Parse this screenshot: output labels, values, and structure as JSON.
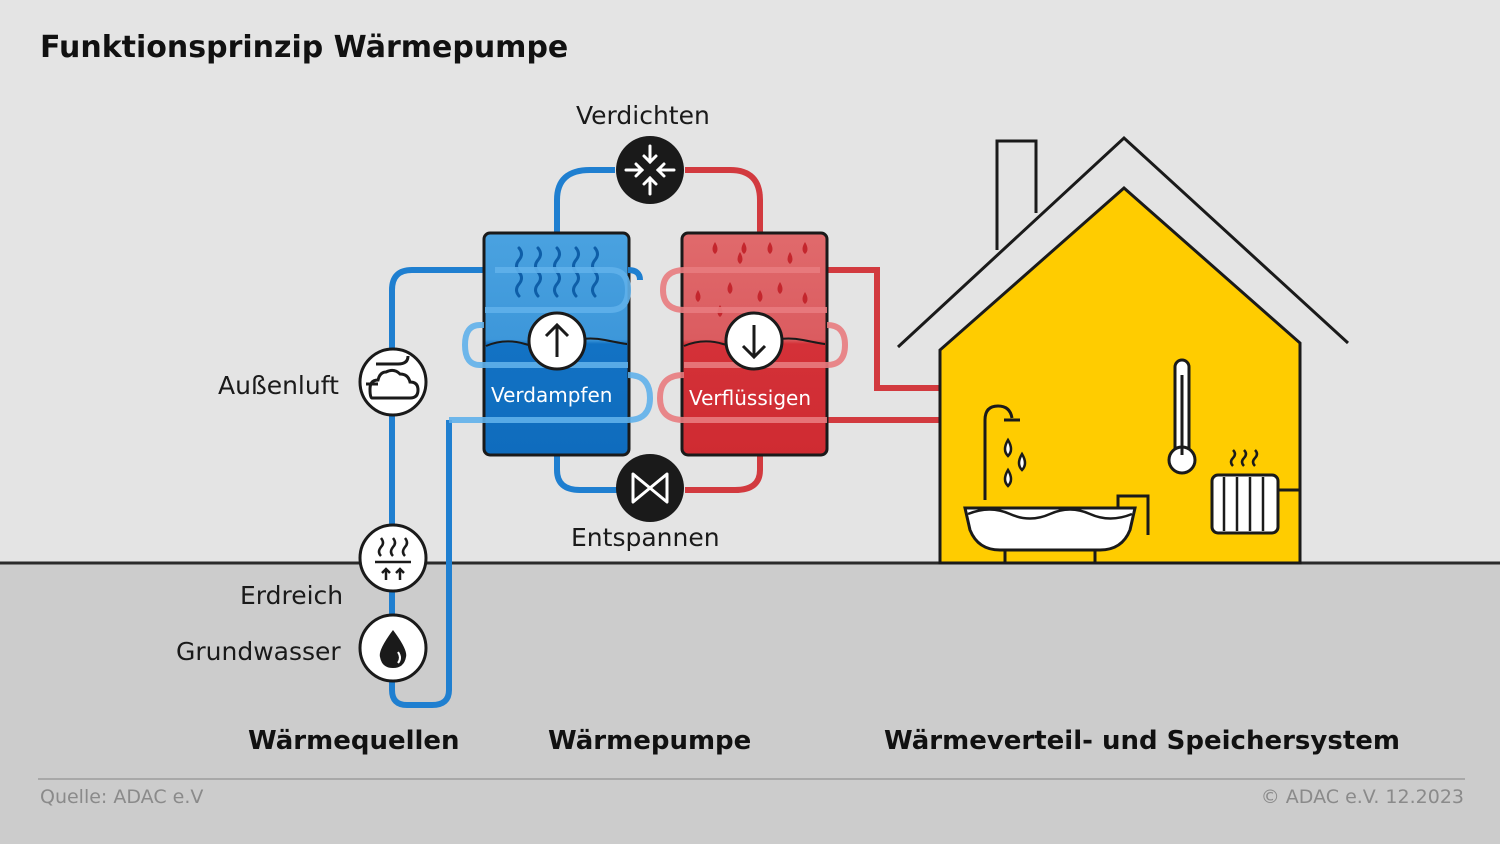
{
  "title": "Funktionsprinzip Wärmepumpe",
  "steps": {
    "compress": "Verdichten",
    "expand": "Entspannen",
    "evaporate": "Verdampfen",
    "condense": "Verflüssigen"
  },
  "sources": {
    "air": "Außenluft",
    "soil": "Erdreich",
    "groundwater": "Grundwasser"
  },
  "sections": {
    "sources": "Wärmequellen",
    "pump": "Wärmepumpe",
    "distribution": "Wärmeverteil- und Speichersystem"
  },
  "footer": {
    "source": "Quelle: ADAC e.V",
    "copyright": "© ADAC e.V. 12.2023"
  },
  "colors": {
    "background": "#e4e4e4",
    "ground": "#cccccc",
    "cold": "#1f7fd0",
    "warm": "#d23a3f",
    "house": "#ffcc00"
  },
  "icons": [
    "compress-icon",
    "expansion-valve-icon",
    "arrow-up-icon",
    "arrow-down-icon",
    "cloud-wind-icon",
    "ground-heat-icon",
    "water-drop-icon",
    "shower-icon",
    "bathtub-icon",
    "thermometer-icon",
    "radiator-icon"
  ]
}
